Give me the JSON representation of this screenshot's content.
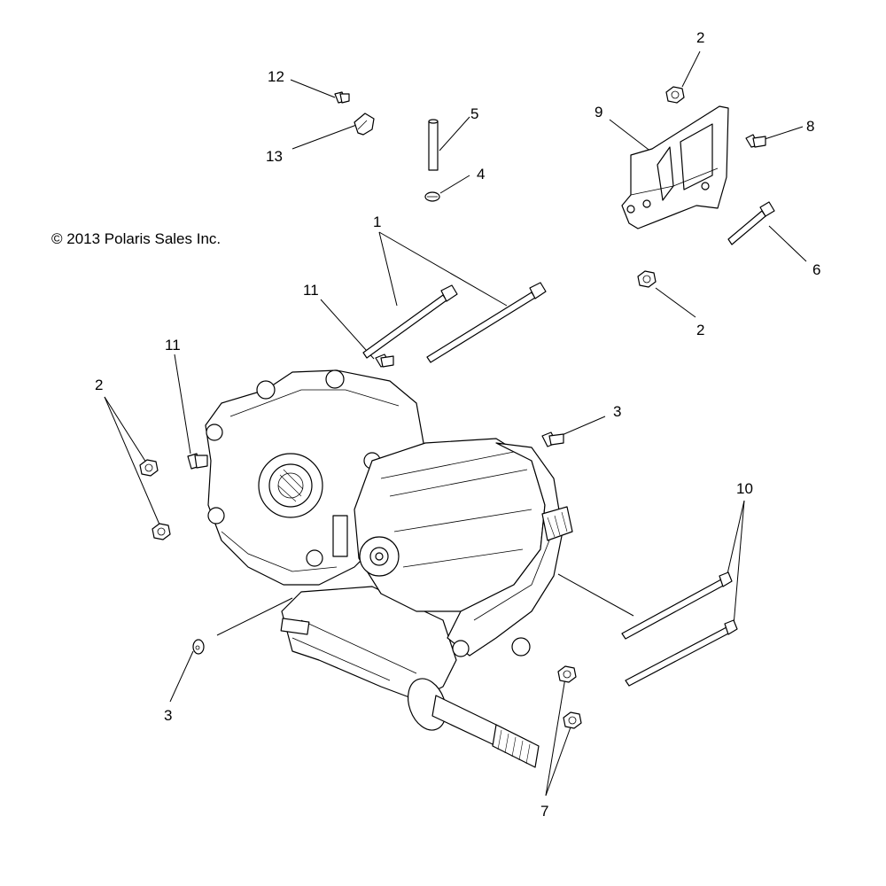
{
  "copyright": "© 2013 Polaris Sales Inc.",
  "callouts": [
    {
      "id": "c1",
      "text": "1"
    },
    {
      "id": "c2a",
      "text": "2"
    },
    {
      "id": "c2b",
      "text": "2"
    },
    {
      "id": "c2c",
      "text": "2"
    },
    {
      "id": "c3a",
      "text": "3"
    },
    {
      "id": "c3b",
      "text": "3"
    },
    {
      "id": "c4",
      "text": "4"
    },
    {
      "id": "c5",
      "text": "5"
    },
    {
      "id": "c6",
      "text": "6"
    },
    {
      "id": "c7",
      "text": "7"
    },
    {
      "id": "c8",
      "text": "8"
    },
    {
      "id": "c9",
      "text": "9"
    },
    {
      "id": "c10",
      "text": "10"
    },
    {
      "id": "c11a",
      "text": "11"
    },
    {
      "id": "c11b",
      "text": "11"
    },
    {
      "id": "c12",
      "text": "12"
    },
    {
      "id": "c13",
      "text": "13"
    }
  ]
}
